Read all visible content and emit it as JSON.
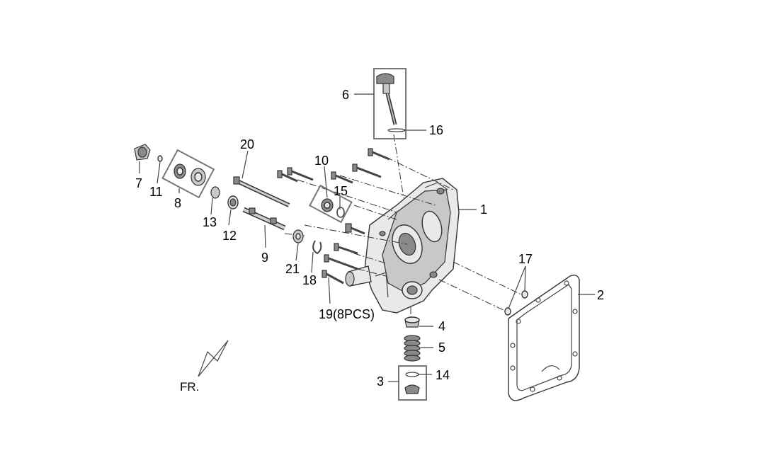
{
  "callouts": {
    "c1": "1",
    "c2": "2",
    "c3": "3",
    "c4": "4",
    "c5": "5",
    "c6": "6",
    "c7": "7",
    "c8": "8",
    "c9": "9",
    "c10": "10",
    "c11": "11",
    "c12": "12",
    "c13": "13",
    "c14": "14",
    "c15": "15",
    "c16": "16",
    "c17": "17",
    "c18": "18",
    "c19": "19(8PCS)",
    "c20": "20",
    "c21": "21"
  },
  "direction_label": "FR."
}
